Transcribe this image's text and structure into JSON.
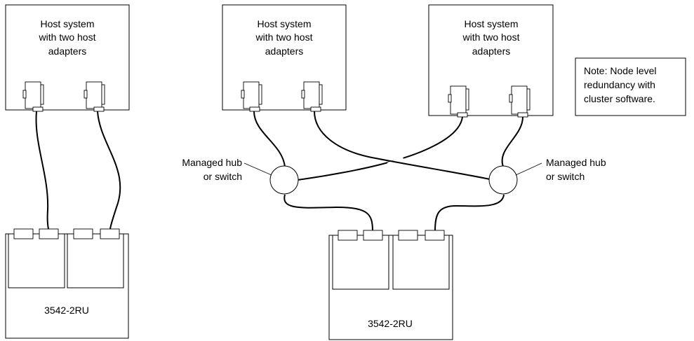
{
  "hosts": [
    {
      "lines": [
        "Host system",
        "with two host",
        "adapters"
      ]
    },
    {
      "lines": [
        "Host system",
        "with two host",
        "adapters"
      ]
    },
    {
      "lines": [
        "Host system",
        "with two host",
        "adapters"
      ]
    }
  ],
  "hubs": [
    {
      "lines": [
        "Managed hub",
        "or switch"
      ]
    },
    {
      "lines": [
        "Managed hub",
        "or switch"
      ]
    }
  ],
  "storage": [
    {
      "label": "3542-2RU"
    },
    {
      "label": "3542-2RU"
    }
  ],
  "note": {
    "lines": [
      "Note: Node level",
      "redundancy with",
      "cluster software."
    ]
  }
}
